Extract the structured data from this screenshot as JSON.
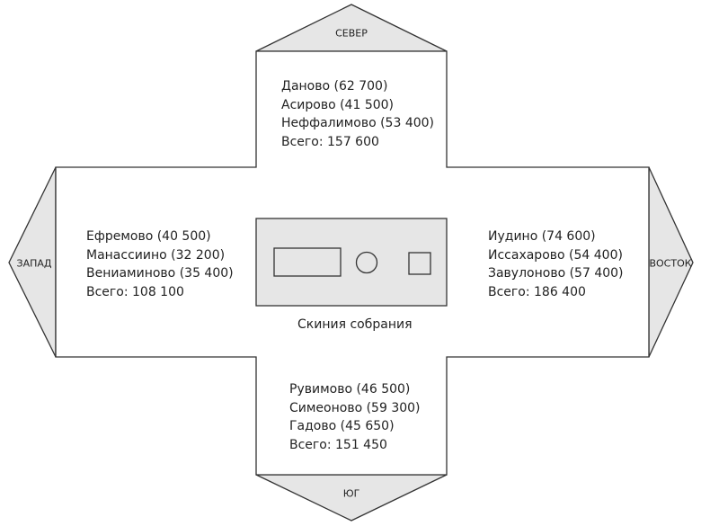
{
  "directions": {
    "north": "СЕВЕР",
    "south": "ЮГ",
    "west": "ЗАПАД",
    "east": "ВОСТОК"
  },
  "center_label": "Скиния собрания",
  "north": [
    "Даново (62 700)",
    "Асирово (41 500)",
    "Неффалимово (53 400)",
    "Всего: 157 600"
  ],
  "west": [
    "Ефремово (40 500)",
    "Манассиино (32 200)",
    "Вениаминово (35 400)",
    "Всего: 108 100"
  ],
  "east": [
    "Иудино (74 600)",
    "Иссахарово (54 400)",
    "Завулоново (57 400)",
    "Всего: 186 400"
  ],
  "south": [
    "Рувимово (46 500)",
    "Симеоново (59 300)",
    "Гадово (45 650)",
    "Всего: 151 450"
  ],
  "colors": {
    "fill": "#e6e6e6",
    "stroke": "#333333"
  }
}
